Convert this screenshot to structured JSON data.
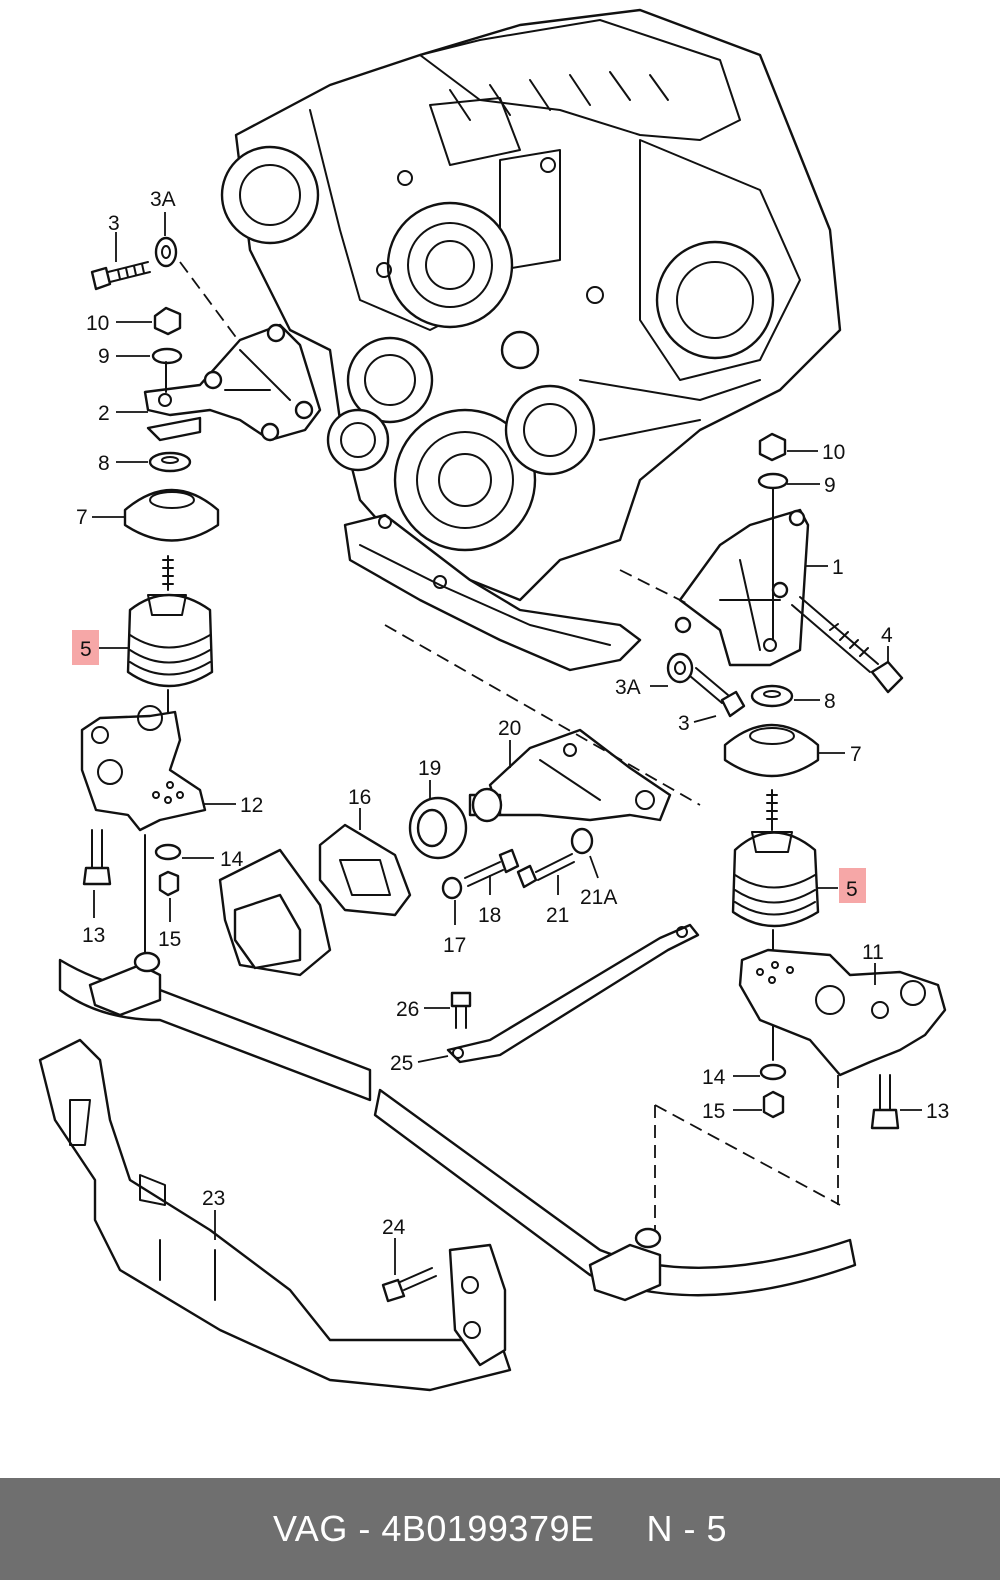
{
  "footer": {
    "brand_part": "VAG - 4B0199379E",
    "page_ref": "N - 5"
  },
  "labels": {
    "l3_top": "3",
    "l3a_top": "3A",
    "l10_left": "10",
    "l9_left": "9",
    "l2": "2",
    "l8_left": "8",
    "l7_left": "7",
    "l5_left": "5",
    "l12": "12",
    "l14_left": "14",
    "l13_left": "13",
    "l15_left": "15",
    "l10_right": "10",
    "l9_right": "9",
    "l1": "1",
    "l4": "4",
    "l3a_right": "3A",
    "l8_right": "8",
    "l3_right": "3",
    "l7_right": "7",
    "l5_right": "5",
    "l11": "11",
    "l14_right": "14",
    "l15_right": "15",
    "l13_right": "13",
    "l20": "20",
    "l19": "19",
    "l16": "16",
    "l18": "18",
    "l17": "17",
    "l21": "21",
    "l21a": "21A",
    "l26": "26",
    "l25": "25",
    "l23": "23",
    "l24": "24"
  },
  "colors": {
    "highlight": "#f6a7a7",
    "footer_bg": "#6f6f6f",
    "line": "#111111"
  }
}
